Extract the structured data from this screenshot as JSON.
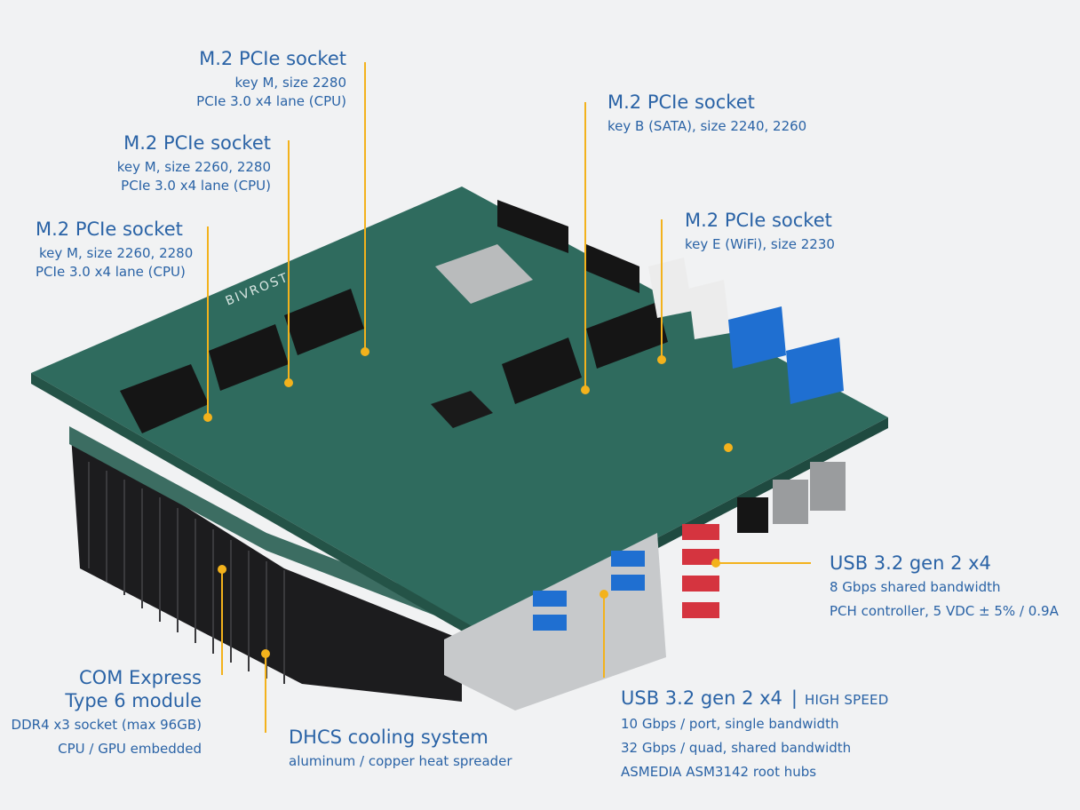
{
  "callouts": {
    "m2_top": {
      "title": "M.2 PCIe socket",
      "line1": "key M, size 2280",
      "line2": "PCIe 3.0 x4 lane (CPU)"
    },
    "m2_mid": {
      "title": "M.2 PCIe socket",
      "line1": "key M, size 2260, 2280",
      "line2": "PCIe 3.0 x4 lane (CPU)"
    },
    "m2_low": {
      "title": "M.2 PCIe socket",
      "line1": "key M, size 2260, 2280",
      "line2": "PCIe 3.0 x4 lane (CPU)"
    },
    "m2_b": {
      "title": "M.2 PCIe socket",
      "line1": "key B (SATA), size 2240, 2260"
    },
    "m2_e": {
      "title": "M.2 PCIe socket",
      "line1": "key E (WiFi), size 2230"
    },
    "usb_right": {
      "title": "USB 3.2 gen 2 x4",
      "line1": "8 Gbps shared bandwidth",
      "line2": "PCH controller, 5 VDC ± 5% / 0.9A"
    },
    "usb_bottom": {
      "title": "USB 3.2 gen 2 x4",
      "separator": "|",
      "badge": "HIGH SPEED",
      "line1": "10 Gbps / port, single bandwidth",
      "line2": "32 Gbps / quad, shared bandwidth",
      "line3": "ASMEDIA ASM3142 root hubs"
    },
    "com": {
      "title1": "COM Express",
      "title2": "Type 6 module",
      "line1": "DDR4 x3 socket (max 96GB)",
      "line2": "CPU / GPU embedded"
    },
    "dhcs": {
      "title": "DHCS cooling system",
      "line1": "aluminum / copper heat spreader"
    }
  },
  "board": {
    "silkscreen": "BIVROST"
  },
  "colors": {
    "accent": "#f3b21c",
    "text": "#2a63a6",
    "pcb": "#2f6b5e",
    "heatsink": "#1c1c1e"
  }
}
